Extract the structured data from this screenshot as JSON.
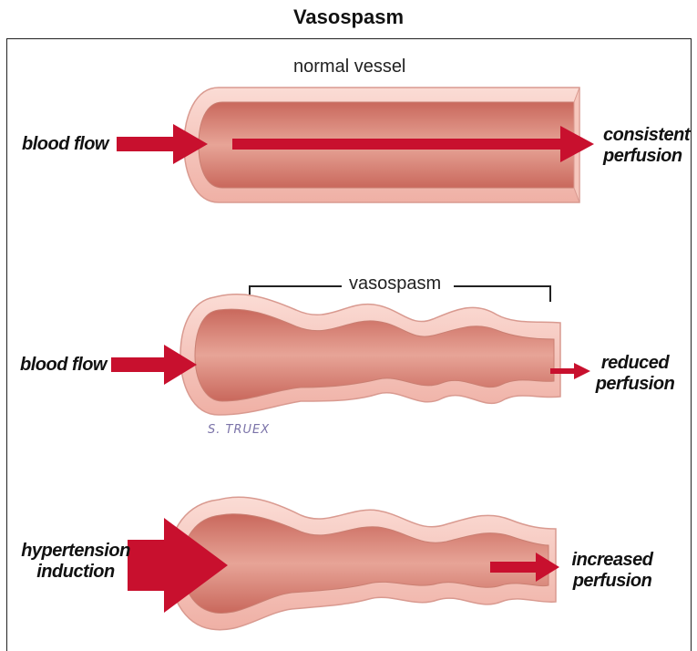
{
  "title": "Vasospasm",
  "panels": {
    "normal": {
      "heading": "normal vessel",
      "inflow_label": "blood flow",
      "outflow_label_line1": "consistent",
      "outflow_label_line2": "perfusion"
    },
    "spasm": {
      "bracket_label": "vasospasm",
      "inflow_label": "blood flow",
      "outflow_label_line1": "reduced",
      "outflow_label_line2": "perfusion",
      "signature": "S. TRUEX"
    },
    "hypertension": {
      "inflow_label_line1": "hypertension",
      "inflow_label_line2": "induction",
      "outflow_label_line1": "increased",
      "outflow_label_line2": "perfusion"
    }
  },
  "colors": {
    "arrow": "#c8102e",
    "vessel_wall": "#f2b7ad",
    "vessel_lumen": "#d98478",
    "vessel_outline": "#d99a90"
  }
}
